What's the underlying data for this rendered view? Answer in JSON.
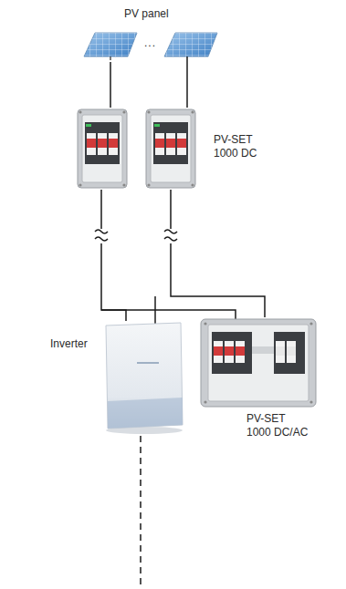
{
  "diagram": {
    "nodes": [
      {
        "text": [
          "PV panel"
        ]
      },
      {
        "text": [
          "PV-SET 1000 DC"
        ]
      },
      {
        "text": [
          "Inverter"
        ]
      },
      {
        "text": [
          "PV-SET 1000 DC/AC"
        ]
      }
    ],
    "edges": [
      {
        "from": 0,
        "to": 1,
        "arrow": "none"
      },
      {
        "from": 1,
        "to": 2,
        "arrow": "none"
      },
      {
        "from": 1,
        "to": 3,
        "arrow": "none"
      }
    ],
    "labels": [
      "..."
    ]
  }
}
